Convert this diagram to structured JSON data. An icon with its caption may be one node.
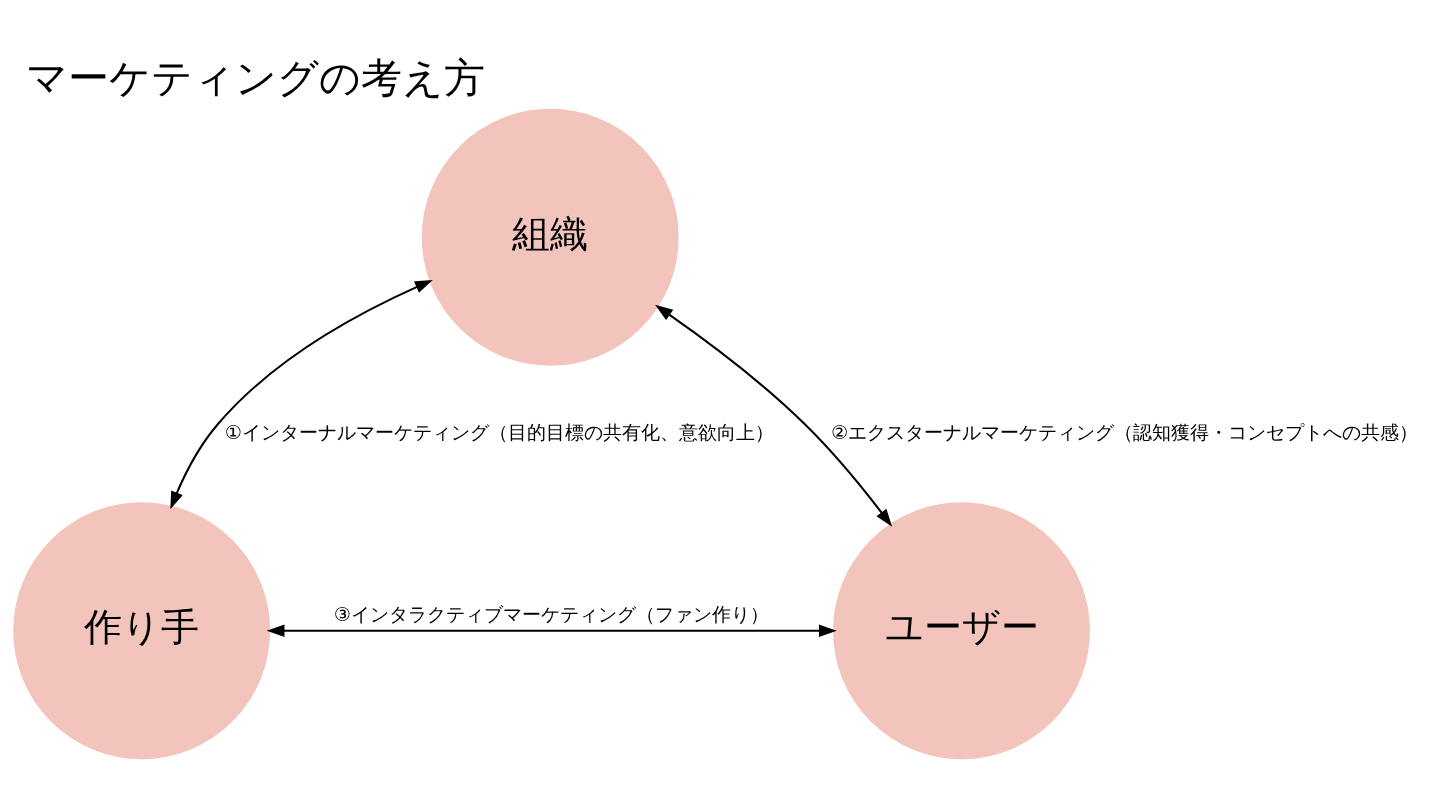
{
  "diagram": {
    "title": "マーケティングの考え方",
    "nodes": [
      {
        "text": [
          "組織"
        ]
      },
      {
        "text": [
          "作り手"
        ]
      },
      {
        "text": [
          "ユーザー"
        ]
      }
    ],
    "edges": [
      {
        "from": 0,
        "to": 1,
        "arrow": "both",
        "label": "①インターナルマーケティング（目的目標の共有化、意欲向上）"
      },
      {
        "from": 0,
        "to": 2,
        "arrow": "both",
        "label": "②エクスターナルマーケティング（認知獲得・コンセプトへの共感）"
      },
      {
        "from": 1,
        "to": 2,
        "arrow": "both",
        "label": "③インタラクティブマーケティング（ファン作り）"
      }
    ]
  }
}
